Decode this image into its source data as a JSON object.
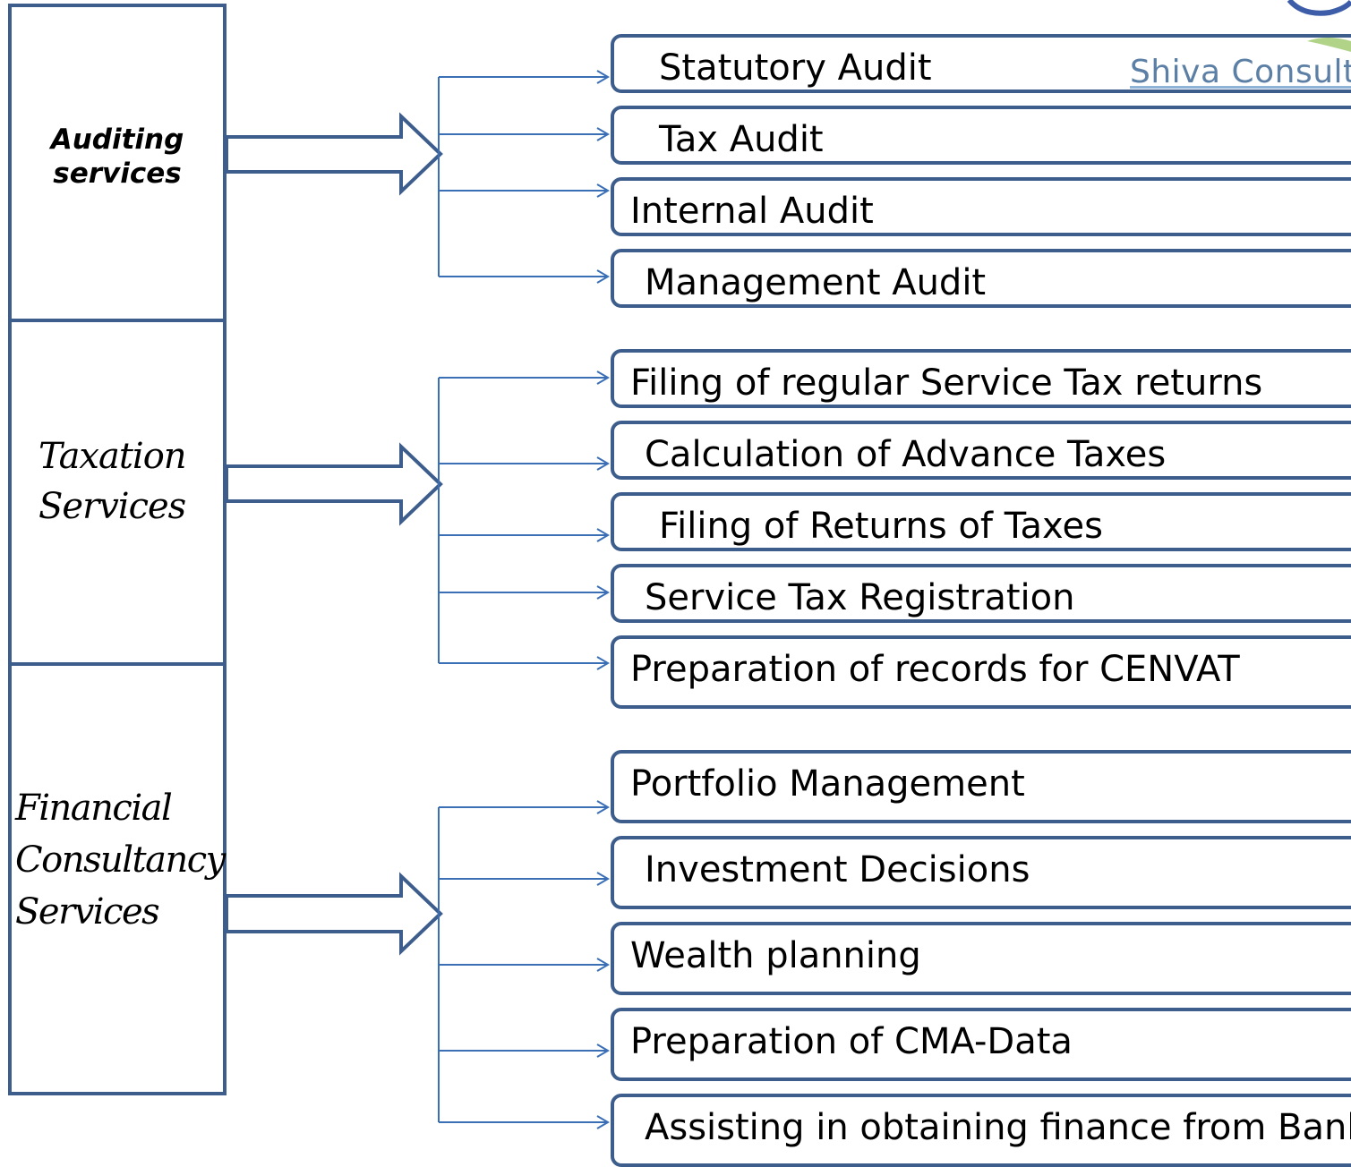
{
  "categories": [
    {
      "id": "auditing",
      "lines": [
        "Auditing",
        "services"
      ]
    },
    {
      "id": "taxation",
      "lines": [
        "Taxation",
        "Services"
      ]
    },
    {
      "id": "financial",
      "lines": [
        "Financial",
        "Consultancy",
        "Services"
      ]
    }
  ],
  "services": {
    "auditing": [
      "Statutory Audit",
      "Tax Audit",
      "Internal Audit",
      "Management Audit"
    ],
    "taxation": [
      "Filing of regular Service Tax returns",
      "Calculation of Advance Taxes",
      "Filing of Returns of Taxes",
      "Service Tax Registration",
      "Preparation of records for CENVAT"
    ],
    "financial": [
      "Portfolio Management",
      "Investment Decisions",
      "Wealth planning",
      "Preparation of  CMA-Data",
      "Assisting in obtaining finance from Bank"
    ]
  },
  "logo": {
    "text": "Shiva Consult"
  },
  "colors": {
    "border": "#3d5d8c",
    "connector": "#3a6fb5",
    "logo": "#5c7fa6"
  }
}
